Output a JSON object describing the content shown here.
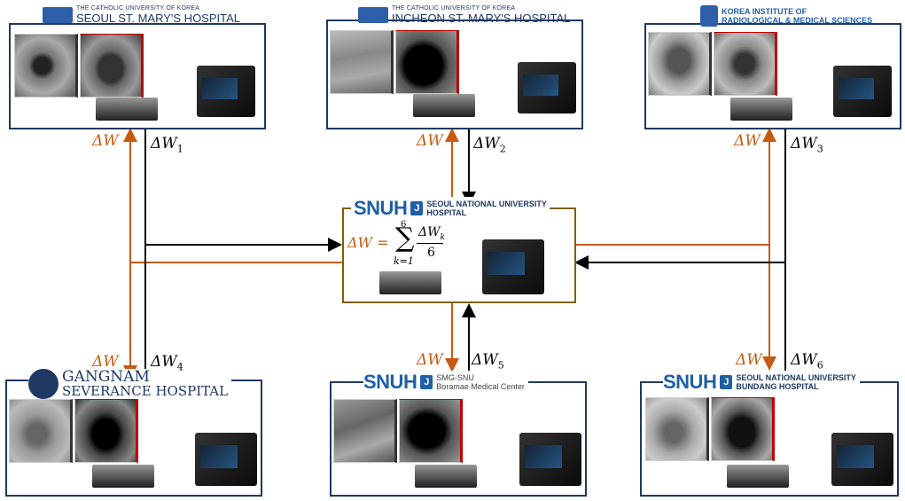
{
  "nodes": {
    "seoul": {
      "logo_sub": "THE CATHOLIC UNIVERSITY OF KOREA",
      "logo_main": "SEOUL ST. MARY'S HOSPITAL",
      "update_label": "ΔW",
      "local_label": "ΔW",
      "local_index": "1"
    },
    "incheon": {
      "logo_sub": "THE CATHOLIC UNIVERSITY OF KOREA",
      "logo_main": "INCHEON ST. MARY'S HOSPITAL",
      "update_label": "ΔW",
      "local_label": "ΔW",
      "local_index": "2"
    },
    "kirams": {
      "logo_line1": "KOREA INSTITUTE OF",
      "logo_line2": "RADIOLOGICAL & MEDICAL SCIENCES",
      "update_label": "ΔW",
      "local_label": "ΔW",
      "local_index": "3"
    },
    "gangnam": {
      "logo_line1": "GANGNAM",
      "logo_line2": "SEVERANCE HOSPITAL",
      "update_label": "ΔW",
      "local_label": "ΔW",
      "local_index": "4"
    },
    "boramae": {
      "logo_mark": "SNUH",
      "logo_line1": "SMG-SNU",
      "logo_line2": "Boramae Medical Center",
      "update_label": "ΔW",
      "local_label": "ΔW",
      "local_index": "5"
    },
    "bundang": {
      "logo_mark": "SNUH",
      "logo_line1": "SEOUL NATIONAL UNIVERSITY",
      "logo_line2": "BUNDANG HOSPITAL",
      "update_label": "ΔW",
      "local_label": "ΔW",
      "local_index": "6"
    },
    "center": {
      "logo_mark": "SNUH",
      "logo_line1": "SEOUL NATIONAL UNIVERSITY",
      "logo_line2": "HOSPITAL",
      "formula_lhs": "ΔW =",
      "sum_top": "6",
      "sum_bottom": "k=1",
      "frac_num": "ΔW",
      "frac_num_sub": "k",
      "frac_den": "6"
    }
  },
  "colors": {
    "hospital_frame": "#1f3864",
    "center_frame": "#7f6000",
    "aggregate_arrow": "#c55a11",
    "local_arrow": "#000000"
  }
}
